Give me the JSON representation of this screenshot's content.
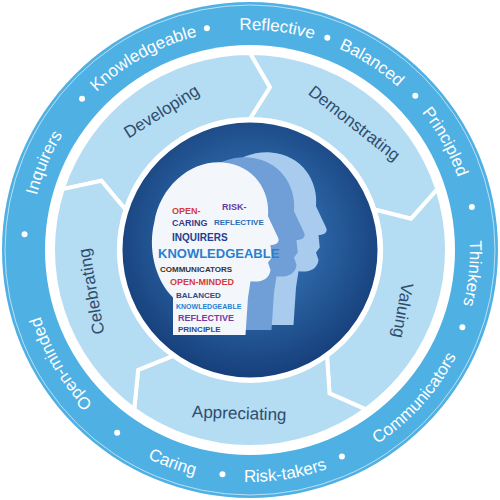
{
  "diagram": {
    "nodes": [
      {
        "text": [
          "Developing"
        ]
      },
      {
        "text": [
          "Demonstrating"
        ]
      },
      {
        "text": [
          "Valuing"
        ]
      },
      {
        "text": [
          "Appreciating"
        ]
      },
      {
        "text": [
          "Celebrating"
        ]
      }
    ],
    "labels": [
      "Inquirers",
      "Knowledgeable",
      "Reflective",
      "Balanced",
      "Principled",
      "Thinkers",
      "Communicators",
      "Risk-takers",
      "Caring",
      "Open-minded",
      "OPEN-",
      "CARING",
      "RISK-",
      "REFLECTIVE",
      "INQUIRERS",
      "KNOWLEDGEABLE",
      "COMMUNICATORS",
      "OPEN-MINDED",
      "BALANCED",
      "KNOWLEDGEABLE",
      "REFLECTIVE",
      "PRINCIPLE"
    ]
  }
}
